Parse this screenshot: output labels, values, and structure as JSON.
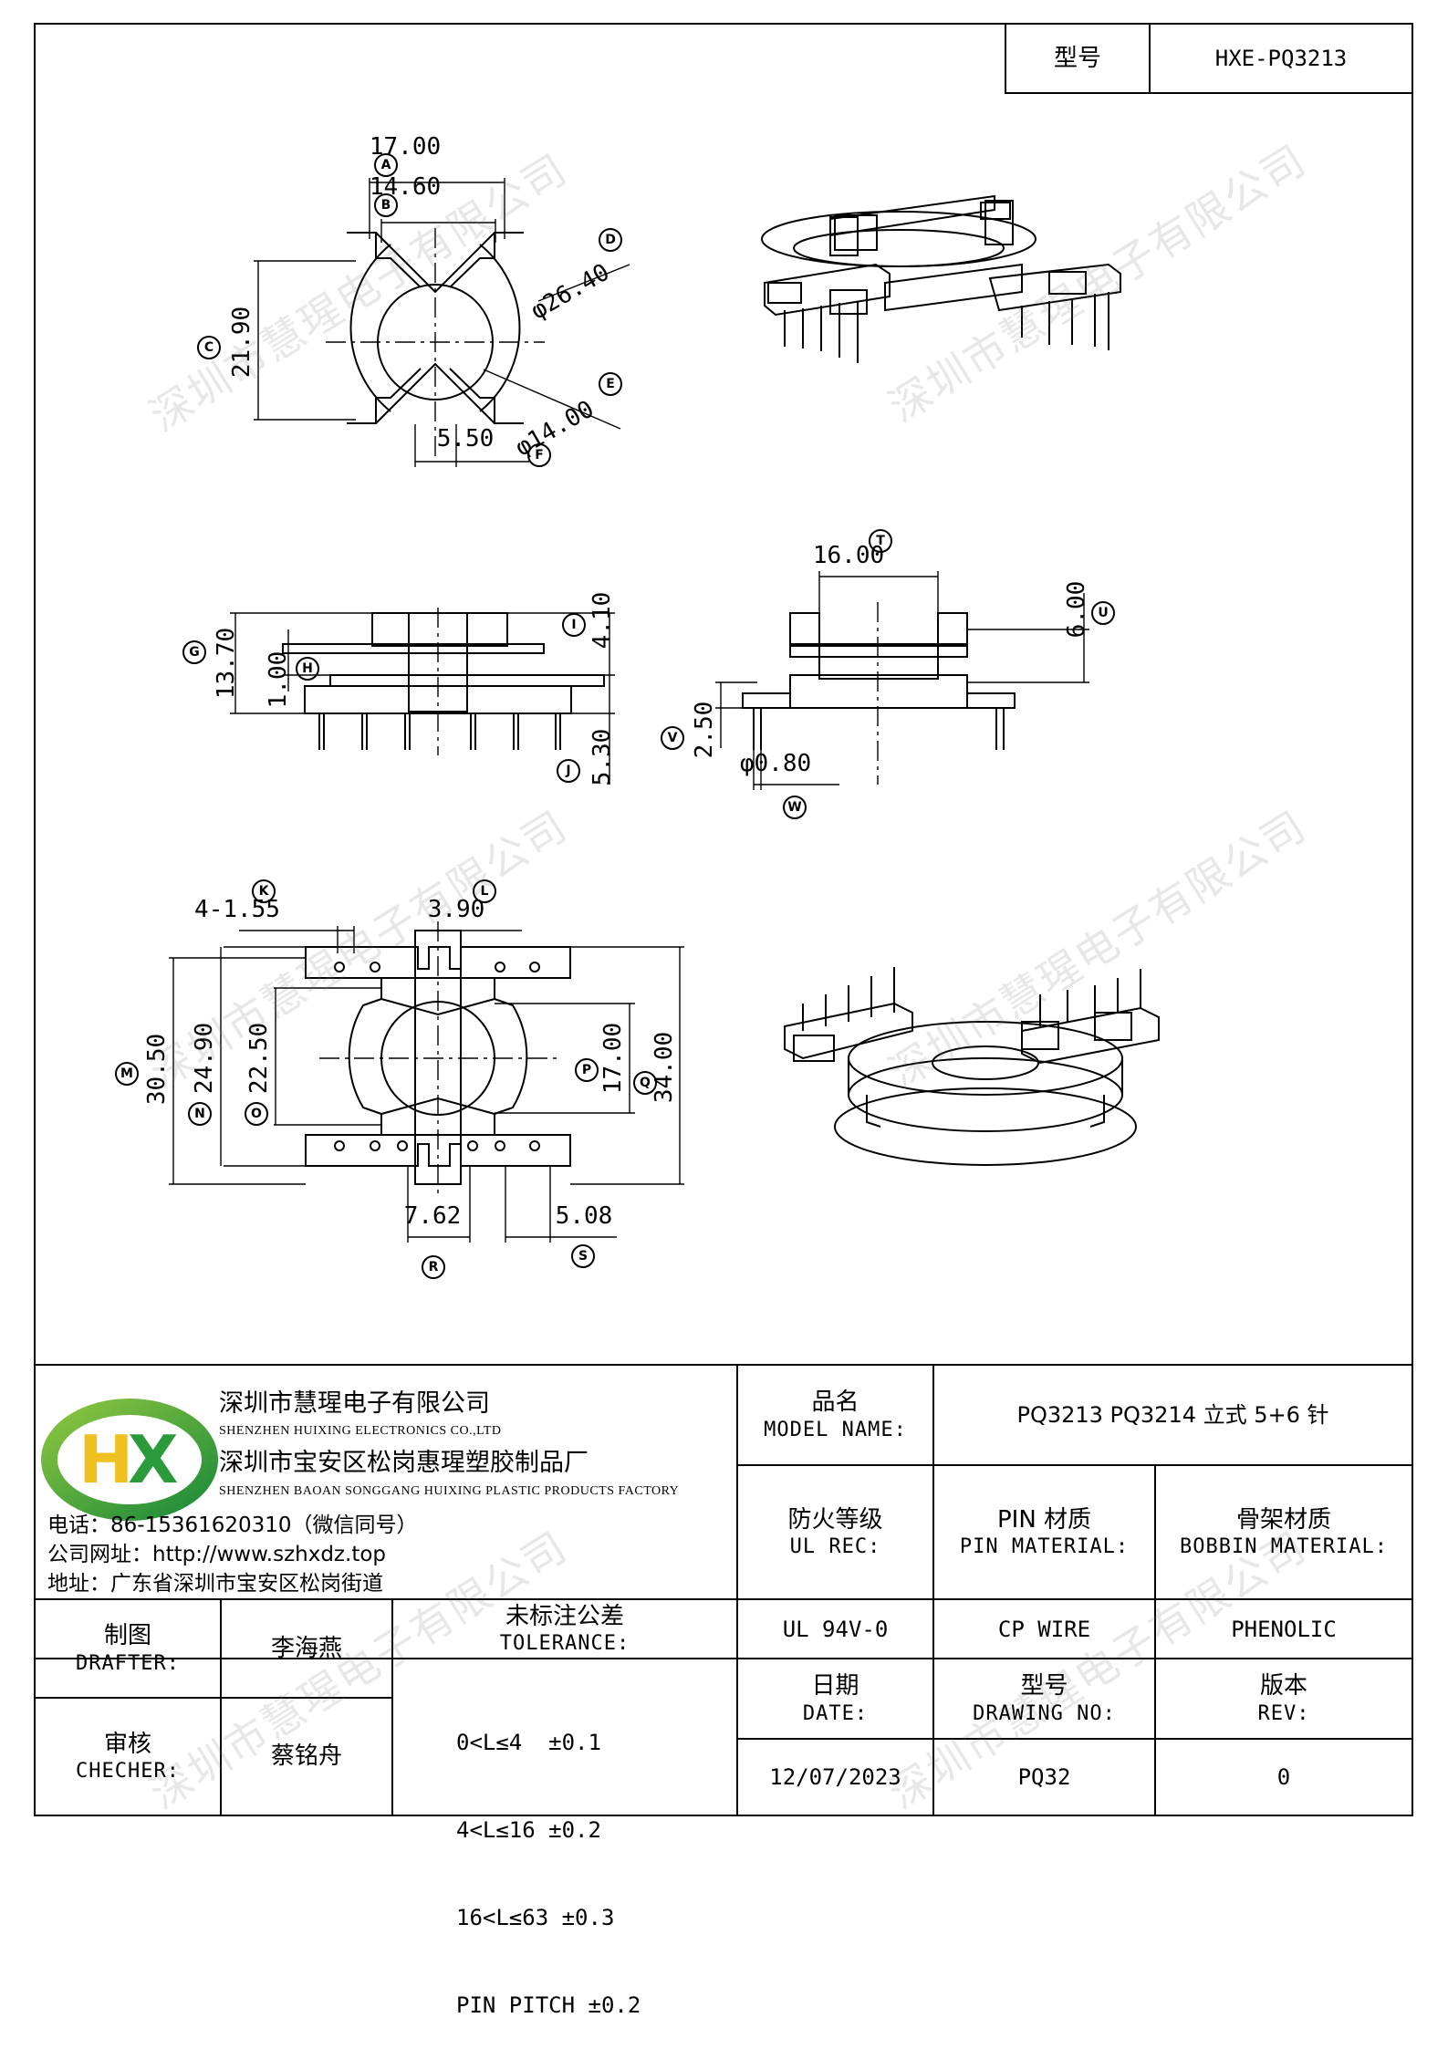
{
  "title_block": {
    "model_label": "型号",
    "model_value": "HXE-PQ3213",
    "company_cn": "深圳市慧瑆电子有限公司",
    "company_en": "SHENZHEN HUIXING ELECTRONICS CO.,LTD",
    "factory_cn": "深圳市宝安区松岗惠瑆塑胶制品厂",
    "factory_en": "SHENZHEN BAOAN SONGGANG HUIXING PLASTIC PRODUCTS FACTORY",
    "logo_text": "HX",
    "phone": "电话：86-15361620310（微信同号）",
    "website": "公司网址：http://www.szhxdz.top",
    "address": "地址：广东省深圳市宝安区松岗街道",
    "model_name_cn": "品名",
    "model_name_en": "MODEL NAME:",
    "model_name_value": "PQ3213 PQ3214 立式 5+6 针",
    "ul_cn": "防火等级",
    "ul_en": "UL REC:",
    "ul_value": "UL 94V-0",
    "pin_mat_cn": "PIN 材质",
    "pin_mat_en": "PIN MATERIAL:",
    "pin_mat_value": "CP WIRE",
    "bobbin_mat_cn": "骨架材质",
    "bobbin_mat_en": "BOBBIN MATERIAL:",
    "bobbin_mat_value": "PHENOLIC",
    "drafter_cn": "制图",
    "drafter_en": "DRAFTER:",
    "drafter_value": "李海燕",
    "checker_cn": "审核",
    "checker_en": "CHECHER:",
    "checker_value": "蔡铭舟",
    "tolerance_cn": "未标注公差",
    "tolerance_en": "TOLERANCE:",
    "tolerance_lines": [
      "0<L≤4  ±0.1",
      "4<L≤16 ±0.2",
      "16<L≤63 ±0.3",
      "PIN PITCH ±0.2"
    ],
    "date_cn": "日期",
    "date_en": "DATE:",
    "date_value": "12/07/2023",
    "drawing_no_cn": "型号",
    "drawing_no_en": "DRAWING NO:",
    "drawing_no_value": "PQ32",
    "rev_cn": "版本",
    "rev_en": "REV:",
    "rev_value": "0"
  },
  "watermark": "深圳市慧瑆电子有限公司",
  "dimensions": {
    "A": {
      "letter": "A",
      "value": "17.00"
    },
    "B": {
      "letter": "B",
      "value": "14.60"
    },
    "C": {
      "letter": "C",
      "value": "21.90"
    },
    "D": {
      "letter": "D",
      "value": "φ26.40"
    },
    "E": {
      "letter": "E",
      "value": "φ14.00"
    },
    "F": {
      "letter": "F",
      "value": "5.50"
    },
    "G": {
      "letter": "G",
      "value": "13.70"
    },
    "H": {
      "letter": "H",
      "value": "1.00"
    },
    "I": {
      "letter": "I",
      "value": "4.10"
    },
    "J": {
      "letter": "J",
      "value": "5.30"
    },
    "T": {
      "letter": "T",
      "value": "16.00"
    },
    "U": {
      "letter": "U",
      "value": "6.00"
    },
    "V": {
      "letter": "V",
      "value": "2.50"
    },
    "W": {
      "letter": "W",
      "value": "φ0.80"
    },
    "K": {
      "letter": "K",
      "value": "4-1.55"
    },
    "L": {
      "letter": "L",
      "value": "3.90"
    },
    "M": {
      "letter": "M",
      "value": "30.50"
    },
    "N": {
      "letter": "N",
      "value": "24.90"
    },
    "O": {
      "letter": "O",
      "value": "22.50"
    },
    "P": {
      "letter": "P",
      "value": "17.00"
    },
    "Q": {
      "letter": "Q",
      "value": "34.00"
    },
    "R": {
      "letter": "R",
      "value": "7.62"
    },
    "S": {
      "letter": "S",
      "value": "5.08"
    }
  }
}
